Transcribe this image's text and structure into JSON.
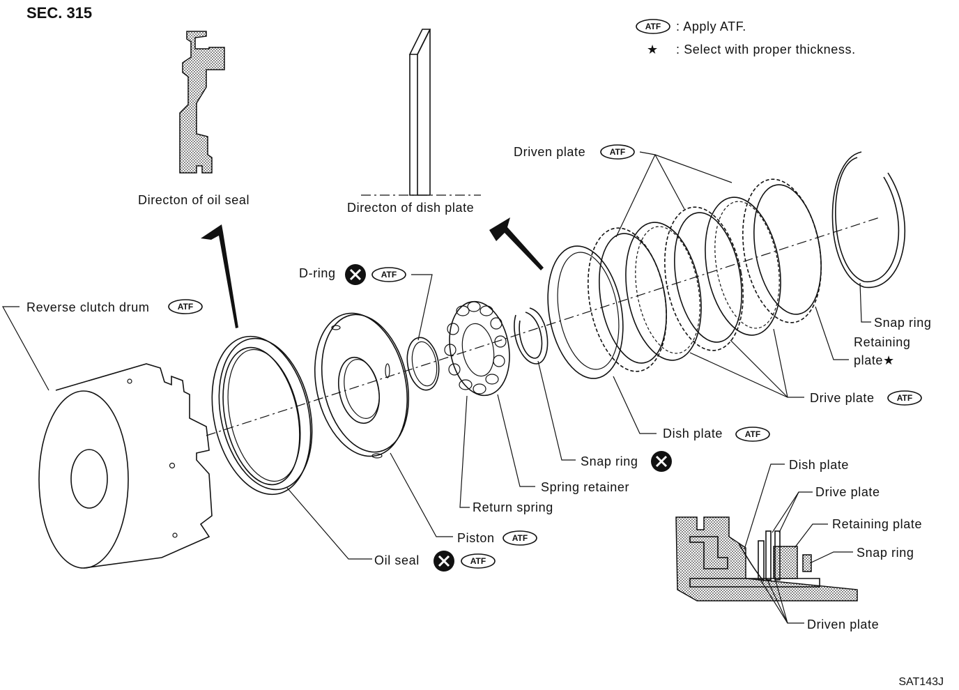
{
  "section": "SEC. 315",
  "legend": {
    "badge": "ATF",
    "apply": ": Apply ATF.",
    "star": "★",
    "select": ": Select with proper thickness."
  },
  "insets": {
    "oil_seal_direction": "Directon of oil seal",
    "dish_plate_direction": "Directon of dish plate"
  },
  "labels": {
    "reverse_clutch_drum": "Reverse clutch drum",
    "oil_seal": "Oil seal",
    "piston": "Piston",
    "d_ring": "D-ring",
    "return_spring": "Return spring",
    "spring_retainer": "Spring retainer",
    "snap_ring_small": "Snap ring",
    "dish_plate": "Dish plate",
    "driven_plate": "Driven plate",
    "drive_plate": "Drive plate",
    "snap_ring": "Snap ring",
    "retaining_plate_1": "Retaining",
    "retaining_plate_2": "plate★"
  },
  "detail": {
    "dish_plate": "Dish plate",
    "drive_plate": "Drive plate",
    "retaining_plate": "Retaining plate",
    "snap_ring": "Snap ring",
    "driven_plate": "Driven plate"
  },
  "figure_code": "SAT143J"
}
